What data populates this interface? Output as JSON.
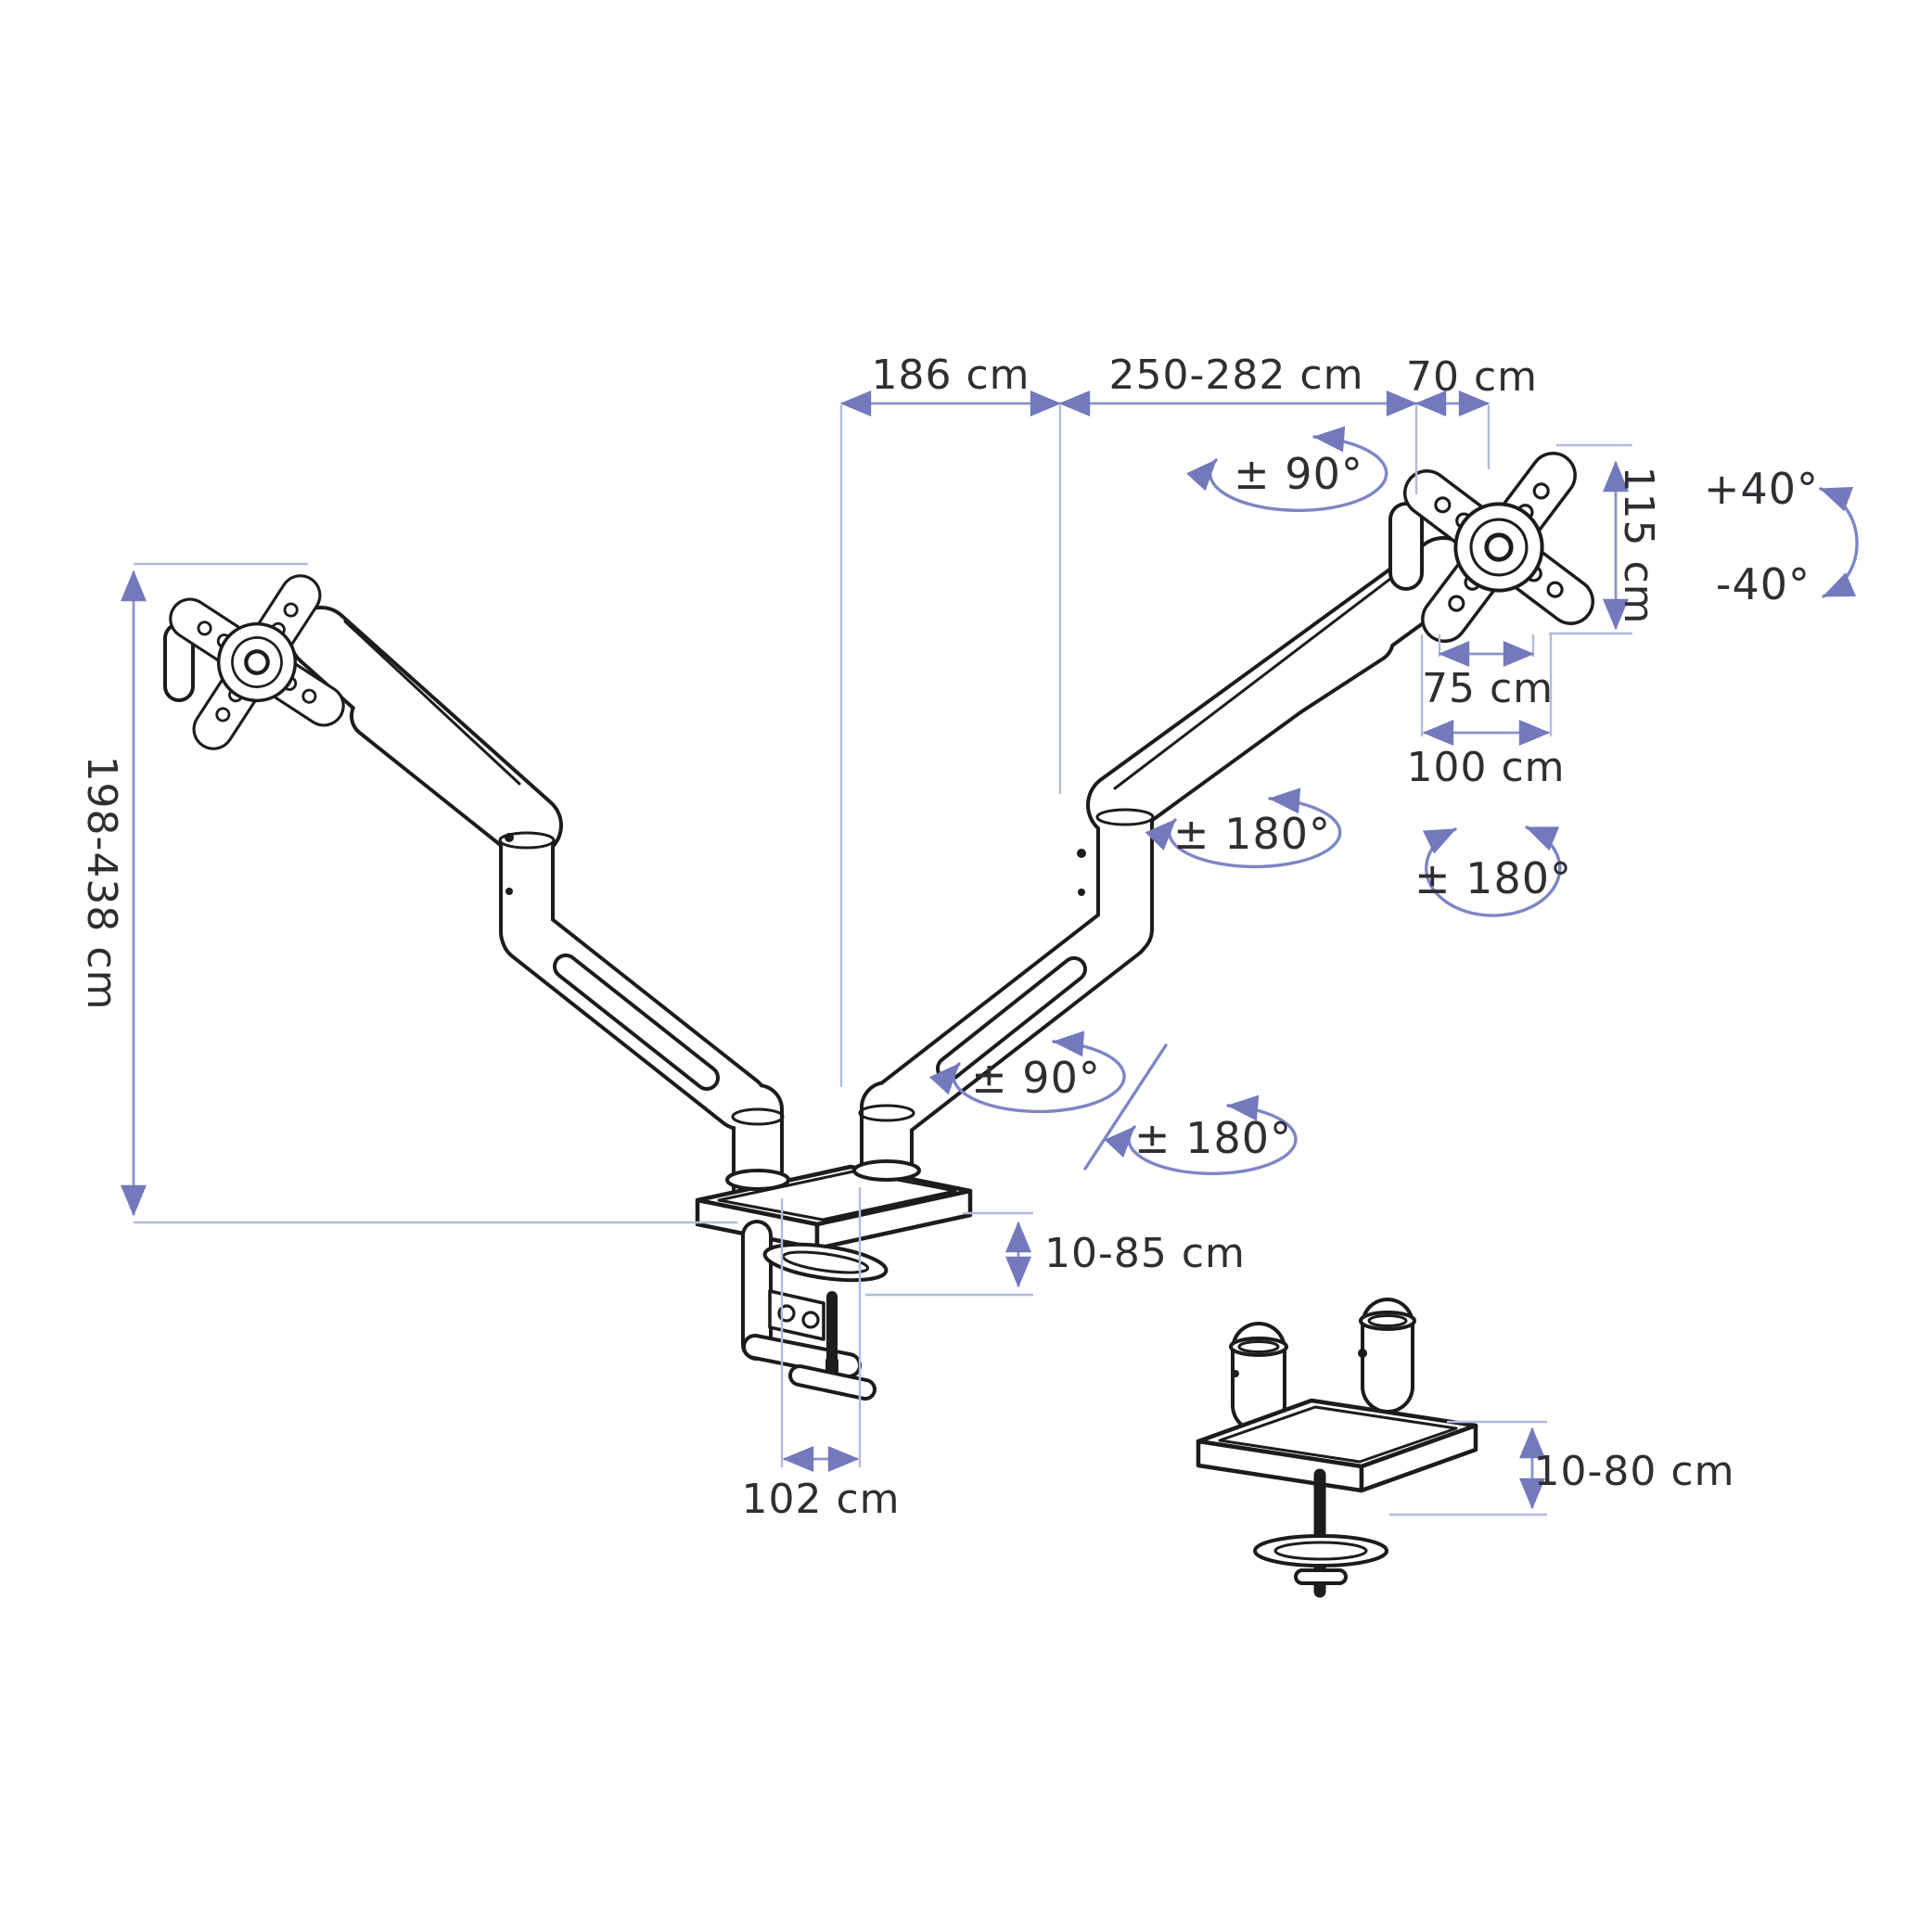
{
  "colors": {
    "background": "#ffffff",
    "drawing_ink": "#1c1c1e",
    "dimension_line": "#8a92c8",
    "extension_line": "#b4b9dc",
    "arrowhead": "#7279bc",
    "rotation_arc": "#7d86c4",
    "label_text": "#2e2e33"
  },
  "dimensions": {
    "arm_left_reach": "186 cm",
    "arm_right_reach": "250-282 cm",
    "vesa_offset_depth": "70 cm",
    "vesa_plate_height": "115 cm",
    "vesa_hole_spacing_inner": "75 cm",
    "vesa_hole_spacing_outer": "100 cm",
    "pole_height_range": "198-438 cm",
    "clamp_desk_thickness": "10-85 cm",
    "clamp_width": "102 cm",
    "grommet_desk_thickness": "10-80 cm"
  },
  "rotations": {
    "vesa_swivel": "± 90°",
    "upper_joint_rotation": "± 180°",
    "vesa_rotation": "± 180°",
    "arm_swivel": "± 90°",
    "base_rotation": "± 180°",
    "tilt_up": "+40°",
    "tilt_down": "-40°"
  }
}
